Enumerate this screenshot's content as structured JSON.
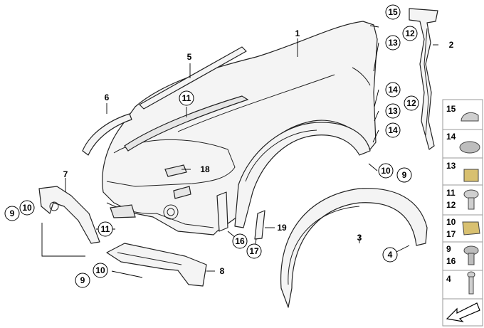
{
  "callouts": {
    "c1": "1",
    "c2": "2",
    "c3": "3",
    "c4": "4",
    "c5": "5",
    "c6": "6",
    "c7": "7",
    "c8": "8",
    "c9a": "9",
    "c9b": "9",
    "c9c": "9",
    "c10a": "10",
    "c10b": "10",
    "c10c": "10",
    "c11a": "11",
    "c11b": "11",
    "c12a": "12",
    "c12b": "12",
    "c13a": "13",
    "c13b": "13",
    "c14a": "14",
    "c14b": "14",
    "c15": "15",
    "c16": "16",
    "c17": "17",
    "c18": "18",
    "c19": "19"
  },
  "legend": {
    "r1": [
      "15"
    ],
    "r2": [
      "14"
    ],
    "r3": [
      "13"
    ],
    "r4": [
      "11",
      "12"
    ],
    "r5": [
      "10",
      "17"
    ],
    "r6": [
      "9",
      "16"
    ],
    "r7": [
      "4"
    ]
  }
}
